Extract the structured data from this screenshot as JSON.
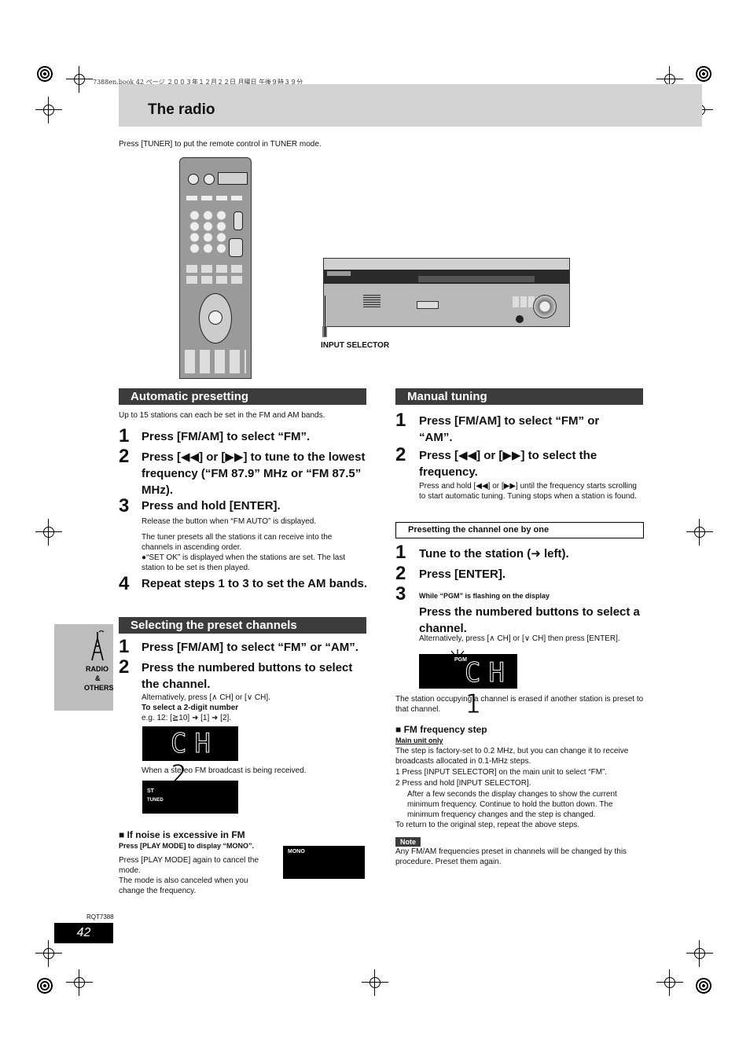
{
  "header": {
    "book_line": "7388en.book  42 ページ  ２００３年１２月２２日  月曜日  午後９時３９分",
    "title": "The radio"
  },
  "intro": "Press [TUNER] to put the remote control in TUNER mode.",
  "figure": {
    "input_selector_label": "INPUT SELECTOR"
  },
  "automatic_presetting": {
    "heading": "Automatic presetting",
    "intro": "Up to 15 stations can each be set in the FM and AM bands.",
    "steps": [
      {
        "num": "1",
        "text": "Press [FM/AM] to select “FM”."
      },
      {
        "num": "2",
        "text": "Press [◀◀] or [▶▶] to tune to the lowest frequency (“FM 87.9” MHz or “FM 87.5” MHz)."
      },
      {
        "num": "3",
        "text": "Press and hold [ENTER]."
      },
      {
        "num": "4",
        "text": "Repeat steps 1 to 3 to set the AM bands."
      }
    ],
    "step3_note1": "Release the button when “FM AUTO” is displayed.",
    "step3_note2": "The tuner presets all the stations it can receive into the channels in ascending order.",
    "step3_note3": "●“SET OK” is displayed when the stations are set. The last station to be set is then played."
  },
  "selecting": {
    "heading": "Selecting the preset channels",
    "steps": [
      {
        "num": "1",
        "text": "Press [FM/AM] to select “FM” or “AM”."
      },
      {
        "num": "2",
        "text": "Press the numbered buttons to select the channel."
      }
    ],
    "alt": "Alternatively, press [∧ CH] or [∨ CH].",
    "two_digit_head": "To select a 2-digit number",
    "two_digit_eg": "e.g. 12: [≧10] ➜ [1] ➜ [2].",
    "lcd_text": "CH 2",
    "stereo_note": "When a stereo FM broadcast is being received.",
    "lcd_st": "ST",
    "lcd_tuned": "TUNED"
  },
  "noise": {
    "heading": "■ If noise is excessive in FM",
    "sub": "Press [PLAY MODE] to display “MONO”.",
    "body": "Press [PLAY MODE] again to cancel the mode.",
    "body2": "The mode is also canceled when you change the frequency.",
    "lcd_mono": "MONO"
  },
  "manual_tuning": {
    "heading": "Manual tuning",
    "steps": [
      {
        "num": "1",
        "text": "Press [FM/AM] to select “FM” or “AM”."
      },
      {
        "num": "2",
        "text": "Press [◀◀] or [▶▶] to select the frequency."
      }
    ],
    "step2_note": "Press and hold [◀◀] or [▶▶] until the frequency starts scrolling to start automatic tuning. Tuning stops when a station is found."
  },
  "presetting_one": {
    "heading": "Presetting the channel one by one",
    "steps": [
      {
        "num": "1",
        "text": "Tune to the station (➜ left)."
      },
      {
        "num": "2",
        "text": "Press [ENTER]."
      },
      {
        "num": "3",
        "text": "While “PGM” is flashing on the display"
      }
    ],
    "step3_main": "Press the numbered buttons to select a channel.",
    "alt": "Alternatively, press [∧ CH] or [∨ CH] then press [ENTER].",
    "lcd_pgm": "PGM",
    "lcd_text": "CH 1",
    "erased_note": "The station occupying a channel is erased if another station is preset to that channel."
  },
  "fm_step": {
    "heading": "■ FM frequency step",
    "main_unit": "Main unit only",
    "body": "The step is factory-set to 0.2 MHz, but you can change it to receive broadcasts allocated in 0.1-MHz steps.",
    "item1": "1   Press [INPUT SELECTOR] on the main unit to select “FM”.",
    "item2": "2   Press and hold [INPUT SELECTOR].",
    "item2_detail": "After a few seconds the display changes to show the current minimum frequency. Continue to hold the button down. The minimum frequency changes and the step is changed.",
    "return": "To return to the original step, repeat the above steps."
  },
  "note": {
    "tag": "Note",
    "text": "Any FM/AM frequencies preset in channels will be changed by this procedure. Preset them again."
  },
  "side_tab": {
    "line1": "RADIO",
    "line2": "&",
    "line3": "OTHERS"
  },
  "footer": {
    "code": "RQT7388",
    "page": "42"
  }
}
